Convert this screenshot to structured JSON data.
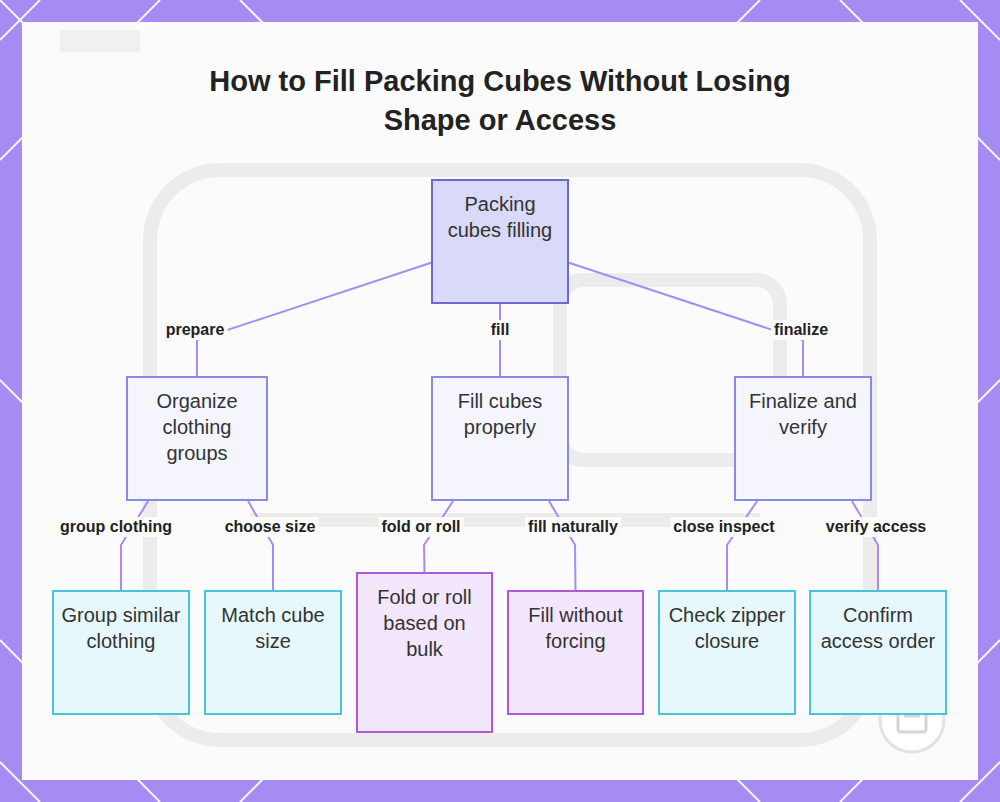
{
  "diagram": {
    "title": "How to Fill Packing Cubes Without Losing Shape or Access",
    "nodes": [
      {
        "text": [
          "Packing cubes filling"
        ]
      },
      {
        "text": [
          "Organize clothing groups"
        ]
      },
      {
        "text": [
          "Fill cubes properly"
        ]
      },
      {
        "text": [
          "Finalize and verify"
        ]
      },
      {
        "text": [
          "Group similar clothing"
        ]
      },
      {
        "text": [
          "Match cube size"
        ]
      },
      {
        "text": [
          "Fold or roll based on bulk"
        ]
      },
      {
        "text": [
          "Fill without forcing"
        ]
      },
      {
        "text": [
          "Check zipper closure"
        ]
      },
      {
        "text": [
          "Confirm access order"
        ]
      }
    ],
    "edges": [
      {
        "from": 0,
        "to": 1,
        "label": "prepare",
        "arrow": "none"
      },
      {
        "from": 0,
        "to": 2,
        "label": "fill",
        "arrow": "none"
      },
      {
        "from": 0,
        "to": 3,
        "label": "finalize",
        "arrow": "none"
      },
      {
        "from": 1,
        "to": 4,
        "label": "group clothing",
        "arrow": "none"
      },
      {
        "from": 1,
        "to": 5,
        "label": "choose size",
        "arrow": "none"
      },
      {
        "from": 2,
        "to": 6,
        "label": "fold or roll",
        "arrow": "none"
      },
      {
        "from": 2,
        "to": 7,
        "label": "fill naturally",
        "arrow": "none"
      },
      {
        "from": 3,
        "to": 8,
        "label": "close inspect",
        "arrow": "none"
      },
      {
        "from": 3,
        "to": 9,
        "label": "verify access",
        "arrow": "none"
      }
    ]
  }
}
